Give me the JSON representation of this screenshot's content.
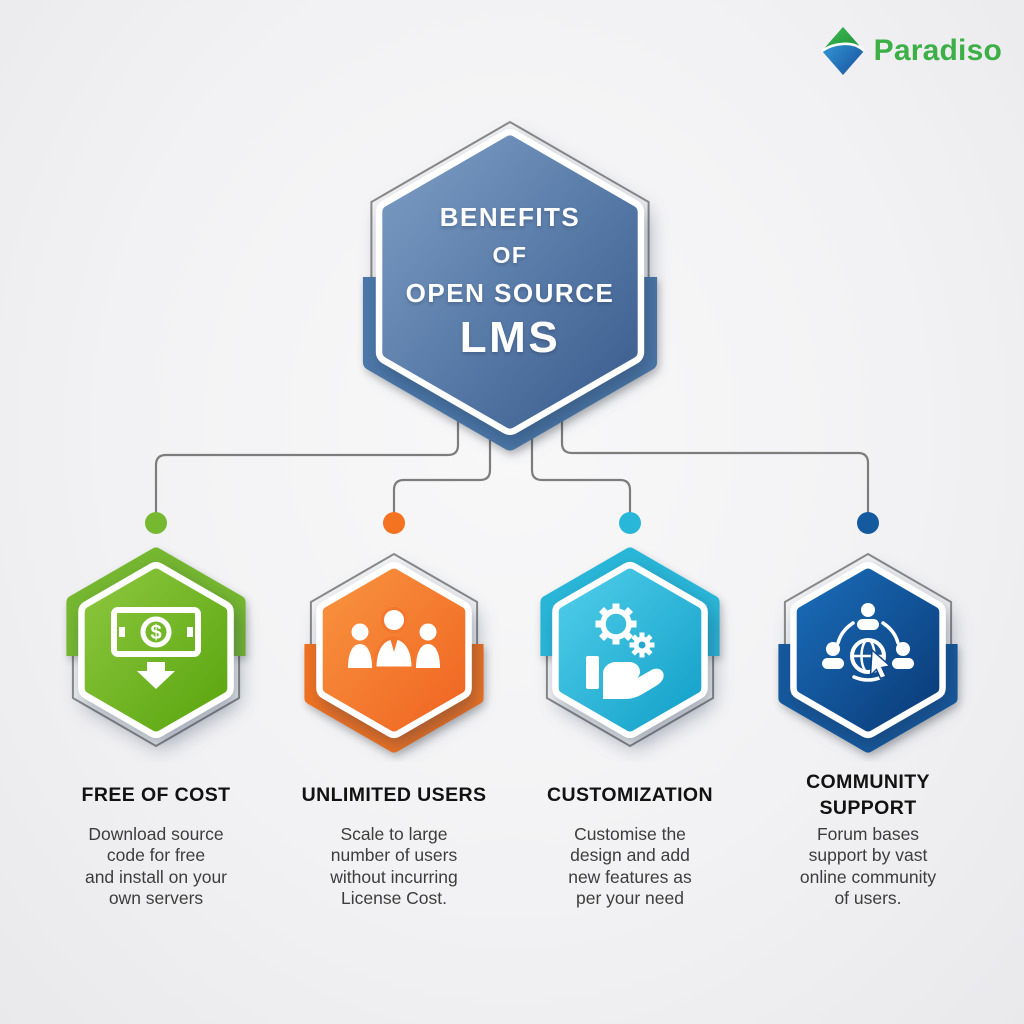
{
  "brand": {
    "name": "Paradiso",
    "wordmark_color": "#3caf46",
    "mark_green": "#2fb04a",
    "mark_blue": "#1e6cb3"
  },
  "center_hexagon": {
    "lines": [
      "BENEFITS",
      "OF",
      "OPEN SOURCE",
      "LMS"
    ],
    "text_color": "#ffffff",
    "fill_light": "#7b9dc4",
    "fill_dark": "#3a5c8e",
    "bracket_color": "#4d79aa"
  },
  "connector": {
    "line_color": "#7d7d7d"
  },
  "benefits": [
    {
      "title": "FREE OF COST",
      "description": "Download source\ncode for free\nand install on your\nown servers",
      "icon": "money-icon",
      "accent": "#76b82f",
      "fill_light": "#8cc63e",
      "fill_dark": "#5aa60f",
      "bracket_position": "top"
    },
    {
      "title": "UNLIMITED USERS",
      "description": "Scale to large\nnumber of users\nwithout incurring\nLicense Cost.",
      "icon": "users-icon",
      "accent": "#f37321",
      "fill_light": "#f8933f",
      "fill_dark": "#f06522",
      "bracket_position": "bottom"
    },
    {
      "title": "CUSTOMIZATION",
      "description": "Customise the\ndesign and add\nnew features as\nper your need",
      "icon": "customization-icon",
      "accent": "#29b7d9",
      "fill_light": "#4fcde9",
      "fill_dark": "#13a0c9",
      "bracket_position": "top"
    },
    {
      "title": "COMMUNITY\nSUPPORT",
      "description": "Forum bases\nsupport by vast\nonline community\nof users.",
      "icon": "community-icon",
      "accent": "#15599f",
      "fill_light": "#1a6cb8",
      "fill_dark": "#0a3b78",
      "bracket_position": "bottom"
    }
  ]
}
